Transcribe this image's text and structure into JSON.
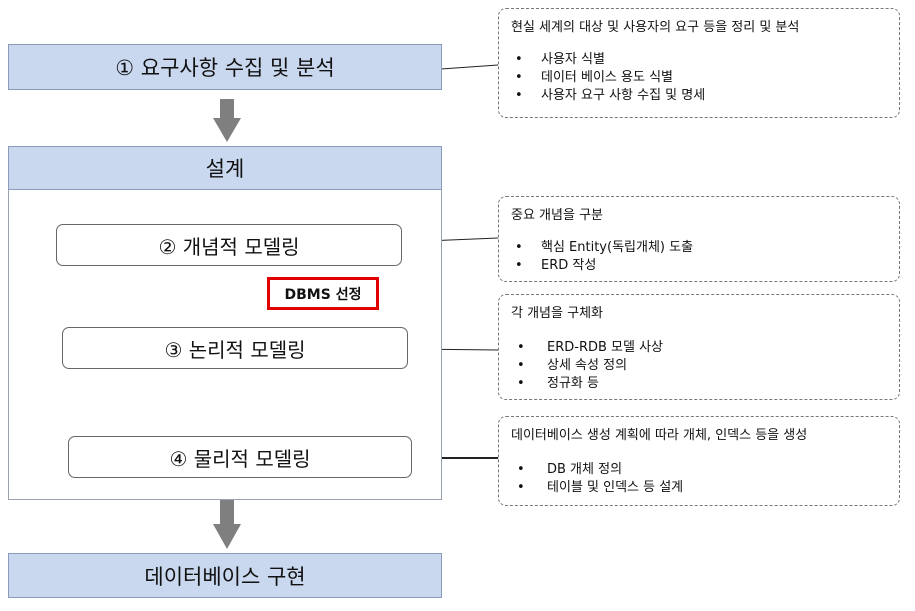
{
  "steps": {
    "requirements": "① 요구사항 수집 및 분석",
    "design": "설계",
    "conceptual": "② 개념적 모델링",
    "logical": "③ 논리적 모델링",
    "physical": "④ 물리적 모델링",
    "implementation": "데이터베이스 구현"
  },
  "dbms_label": "DBMS 선정",
  "notes": {
    "requirements": {
      "title": "현실 세계의 대상 및 사용자의 요구 등을 정리 및 분석",
      "items": [
        "사용자 식별",
        "데이터 베이스 용도 식별",
        "사용자 요구 사항 수집 및 명세"
      ]
    },
    "conceptual": {
      "title": "중요 개념을 구분",
      "items": [
        "핵심 Entity(독립개체) 도출",
        "ERD 작성"
      ]
    },
    "logical": {
      "title": "각 개념을 구체화",
      "items": [
        "ERD-RDB 모델 사상",
        "상세 속성 정의",
        "정규화 등"
      ]
    },
    "physical": {
      "title": "데이터베이스 생성 계획에 따라 개체, 인덱스 등을 생성",
      "items": [
        "DB 개체 정의",
        "테이블 및 인덱스 등 설계"
      ]
    }
  },
  "colors": {
    "box_fill": "#c9d7ef",
    "arrow": "#7f7f7f",
    "highlight_border": "#e00000"
  }
}
